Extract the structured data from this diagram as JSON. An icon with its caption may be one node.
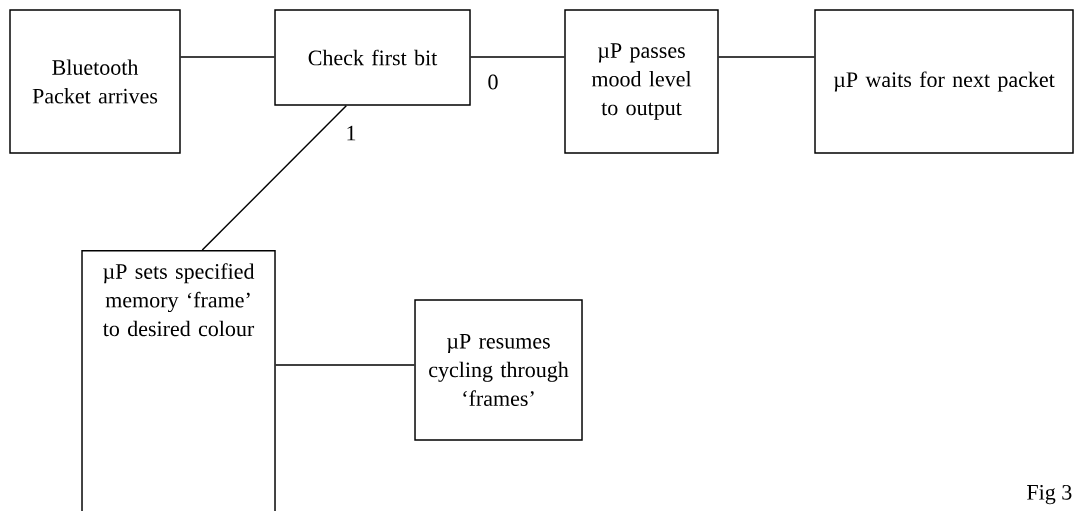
{
  "diagram": {
    "nodes": [
      {
        "text": [
          "Bluetooth Packet arrives"
        ]
      },
      {
        "text": [
          "Check first bit"
        ]
      },
      {
        "text": [
          "µP passes mood level to output"
        ]
      },
      {
        "text": [
          "µP waits for next packet"
        ]
      },
      {
        "text": [
          "µP sets specified memory ‘frame’ to desired colour"
        ]
      },
      {
        "text": [
          "µP resumes cycling through ‘frames’"
        ]
      }
    ],
    "edges": [
      {
        "from": 0,
        "to": 1,
        "arrow": "none"
      },
      {
        "from": 1,
        "to": 2,
        "arrow": "none",
        "label": "0"
      },
      {
        "from": 2,
        "to": 3,
        "arrow": "none"
      },
      {
        "from": 1,
        "to": 4,
        "arrow": "none",
        "label": "1"
      },
      {
        "from": 4,
        "to": 5,
        "arrow": "none"
      }
    ],
    "labels": [
      "Fig 3"
    ]
  }
}
